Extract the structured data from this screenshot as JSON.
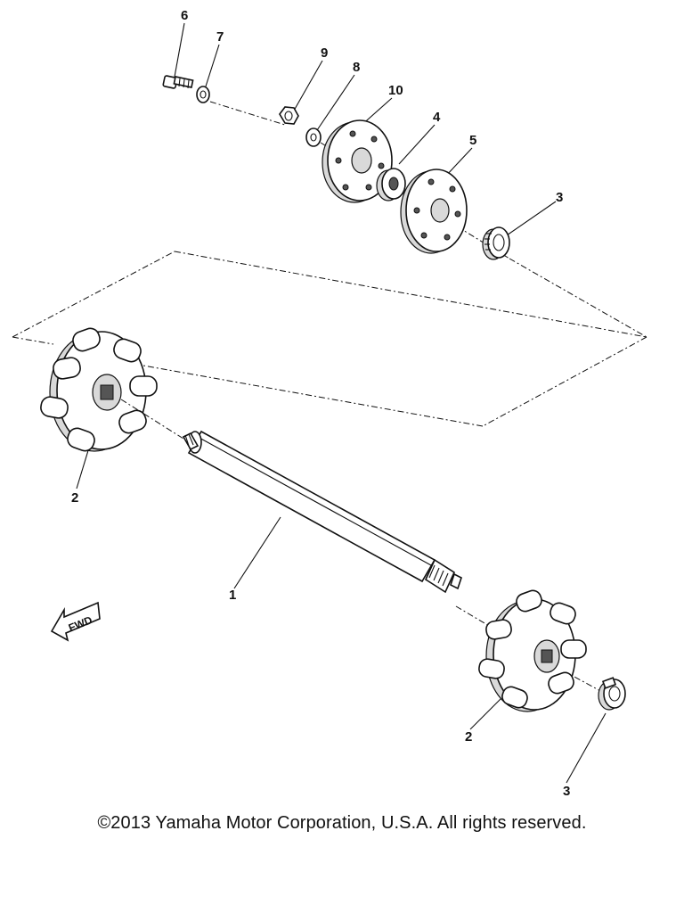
{
  "diagram": {
    "callouts": [
      {
        "id": "6",
        "text": "6"
      },
      {
        "id": "7",
        "text": "7"
      },
      {
        "id": "9",
        "text": "9"
      },
      {
        "id": "8",
        "text": "8"
      },
      {
        "id": "10",
        "text": "10"
      },
      {
        "id": "4",
        "text": "4"
      },
      {
        "id": "5",
        "text": "5"
      },
      {
        "id": "3a",
        "text": "3"
      },
      {
        "id": "2a",
        "text": "2"
      },
      {
        "id": "1",
        "text": "1"
      },
      {
        "id": "2b",
        "text": "2"
      },
      {
        "id": "3b",
        "text": "3"
      }
    ],
    "fwd_label": "FWD"
  },
  "footer": {
    "copyright": "©2013 Yamaha Motor Corporation, U.S.A. All rights reserved."
  }
}
